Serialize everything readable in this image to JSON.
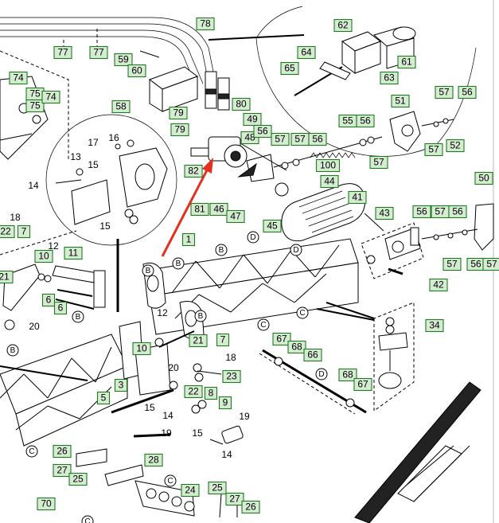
{
  "callouts": [
    {
      "id": "c78",
      "text": "78"
    },
    {
      "id": "c77a",
      "text": "77"
    },
    {
      "id": "c77b",
      "text": "77"
    },
    {
      "id": "c59",
      "text": "59"
    },
    {
      "id": "c60",
      "text": "60"
    },
    {
      "id": "c58",
      "text": "58"
    },
    {
      "id": "c79a",
      "text": "79"
    },
    {
      "id": "c79b",
      "text": "79"
    },
    {
      "id": "c80",
      "text": "80"
    },
    {
      "id": "c49",
      "text": "49"
    },
    {
      "id": "c48",
      "text": "48"
    },
    {
      "id": "c56a",
      "text": "56"
    },
    {
      "id": "c57a",
      "text": "57"
    },
    {
      "id": "c57b",
      "text": "57"
    },
    {
      "id": "c56b",
      "text": "56"
    },
    {
      "id": "c55",
      "text": "55"
    },
    {
      "id": "c56c",
      "text": "56"
    },
    {
      "id": "c57c",
      "text": "57"
    },
    {
      "id": "c100",
      "text": "100"
    },
    {
      "id": "c44",
      "text": "44"
    },
    {
      "id": "c82",
      "text": "82"
    },
    {
      "id": "c81",
      "text": "81"
    },
    {
      "id": "c46",
      "text": "46"
    },
    {
      "id": "c47",
      "text": "47"
    },
    {
      "id": "c45",
      "text": "45"
    },
    {
      "id": "c41",
      "text": "41"
    },
    {
      "id": "c43",
      "text": "43"
    },
    {
      "id": "c62",
      "text": "62"
    },
    {
      "id": "c64",
      "text": "64"
    },
    {
      "id": "c61",
      "text": "61"
    },
    {
      "id": "c65",
      "text": "65"
    },
    {
      "id": "c63",
      "text": "63"
    },
    {
      "id": "c51",
      "text": "51"
    },
    {
      "id": "c57d",
      "text": "57"
    },
    {
      "id": "c56d",
      "text": "56"
    },
    {
      "id": "c57e",
      "text": "57"
    },
    {
      "id": "c52",
      "text": "52"
    },
    {
      "id": "c50",
      "text": "50"
    },
    {
      "id": "c56e",
      "text": "56"
    },
    {
      "id": "c57f",
      "text": "57"
    },
    {
      "id": "c56f",
      "text": "56"
    },
    {
      "id": "c57g",
      "text": "57"
    },
    {
      "id": "c56g",
      "text": "56"
    },
    {
      "id": "c57h",
      "text": "57"
    },
    {
      "id": "c42",
      "text": "42"
    },
    {
      "id": "c1",
      "text": "1"
    },
    {
      "id": "c34",
      "text": "34"
    },
    {
      "id": "c67a",
      "text": "67"
    },
    {
      "id": "c68a",
      "text": "68"
    },
    {
      "id": "c66",
      "text": "66"
    },
    {
      "id": "c68b",
      "text": "68"
    },
    {
      "id": "c67b",
      "text": "67"
    },
    {
      "id": "c74a",
      "text": "74"
    },
    {
      "id": "c75a",
      "text": "75"
    },
    {
      "id": "c75b",
      "text": "75"
    },
    {
      "id": "c74b",
      "text": "74"
    },
    {
      "id": "c22a",
      "text": "22"
    },
    {
      "id": "c7a",
      "text": "7"
    },
    {
      "id": "c10a",
      "text": "10"
    },
    {
      "id": "c11",
      "text": "11"
    },
    {
      "id": "c21a",
      "text": "21"
    },
    {
      "id": "c6a",
      "text": "6"
    },
    {
      "id": "c6b",
      "text": "6"
    },
    {
      "id": "c10b",
      "text": "10"
    },
    {
      "id": "c21b",
      "text": "21"
    },
    {
      "id": "c7b",
      "text": "7"
    },
    {
      "id": "c23",
      "text": "23"
    },
    {
      "id": "c22b",
      "text": "22"
    },
    {
      "id": "c8",
      "text": "8"
    },
    {
      "id": "c9",
      "text": "9"
    },
    {
      "id": "c3",
      "text": "3"
    },
    {
      "id": "c5",
      "text": "5"
    },
    {
      "id": "c26a",
      "text": "26"
    },
    {
      "id": "c27a",
      "text": "27"
    },
    {
      "id": "c25a",
      "text": "25"
    },
    {
      "id": "c28",
      "text": "28"
    },
    {
      "id": "c24",
      "text": "24"
    },
    {
      "id": "c25b",
      "text": "25"
    },
    {
      "id": "c27b",
      "text": "27"
    },
    {
      "id": "c26b",
      "text": "26"
    },
    {
      "id": "c70",
      "text": "70"
    }
  ],
  "plain_labels": [
    {
      "id": "p16",
      "text": "16"
    },
    {
      "id": "p17",
      "text": "17"
    },
    {
      "id": "p13",
      "text": "13"
    },
    {
      "id": "p15a",
      "text": "15"
    },
    {
      "id": "p14a",
      "text": "14"
    },
    {
      "id": "p15b",
      "text": "15"
    },
    {
      "id": "p18a",
      "text": "18"
    },
    {
      "id": "p12a",
      "text": "12"
    },
    {
      "id": "p20a",
      "text": "20"
    },
    {
      "id": "p12b",
      "text": "12"
    },
    {
      "id": "p18b",
      "text": "18"
    },
    {
      "id": "p20b",
      "text": "20"
    },
    {
      "id": "p15c",
      "text": "15"
    },
    {
      "id": "p14b",
      "text": "14"
    },
    {
      "id": "p19a",
      "text": "19"
    },
    {
      "id": "p19b",
      "text": "19"
    },
    {
      "id": "p15d",
      "text": "15"
    },
    {
      "id": "p14c",
      "text": "14"
    }
  ],
  "circle_labels": [
    {
      "id": "cb1",
      "text": "B"
    },
    {
      "id": "cb2",
      "text": "B"
    },
    {
      "id": "cd1",
      "text": "D"
    },
    {
      "id": "cd2",
      "text": "D"
    },
    {
      "id": "cc1",
      "text": "C"
    },
    {
      "id": "cc2",
      "text": "C"
    },
    {
      "id": "cb3",
      "text": "B"
    },
    {
      "id": "cb4",
      "text": "B"
    },
    {
      "id": "cb5",
      "text": "B"
    },
    {
      "id": "cc3",
      "text": "C"
    },
    {
      "id": "cc4",
      "text": "C"
    },
    {
      "id": "cd3",
      "text": "D"
    },
    {
      "id": "cc5",
      "text": "C"
    },
    {
      "id": "cb6",
      "text": "B"
    }
  ],
  "colors": {
    "callout_fill": "#d6ecd2",
    "callout_border": "#1d7a1d",
    "pointer_arrow": "#e4301f"
  }
}
